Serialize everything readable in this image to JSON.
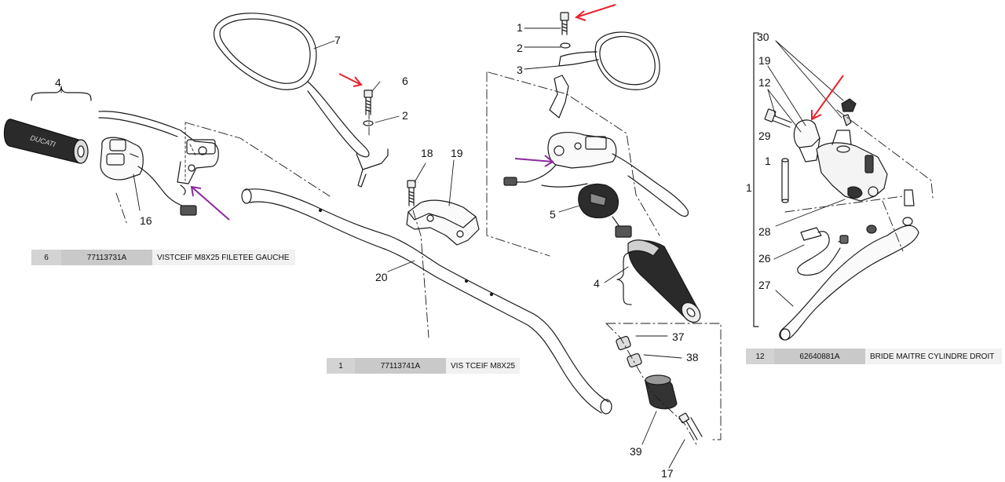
{
  "callouts": {
    "l4": "4",
    "l16": "16",
    "l7": "7",
    "l6": "6",
    "l2a": "2",
    "l18": "18",
    "l19": "19",
    "l20": "20",
    "l1": "1",
    "l2b": "2",
    "l3": "3",
    "l5": "5",
    "l4b": "4",
    "l37": "37",
    "l38": "38",
    "l39": "39",
    "l17": "17",
    "r30": "30",
    "r19": "19",
    "r12": "12",
    "r29": "29",
    "r1": "1",
    "r1b": "1",
    "r28": "28",
    "r26": "26",
    "r27": "27"
  },
  "parts_tables": [
    {
      "qty": "6",
      "part_number": "77113731A",
      "description": "VISTCEIF M8X25 FILETEE GAUCHE"
    },
    {
      "qty": "1",
      "part_number": "77113741A",
      "description": "VIS TCEIF M8X25"
    },
    {
      "qty": "12",
      "part_number": "62640881A",
      "description": "BRIDE MAITRE CYLINDRE DROIT"
    }
  ],
  "logo_text": "DUCATI",
  "colors": {
    "annotation_red": "#e8232a",
    "annotation_purple": "#8a2a9c",
    "line": "#1a1a1a",
    "grip": "#2a2a2a"
  }
}
